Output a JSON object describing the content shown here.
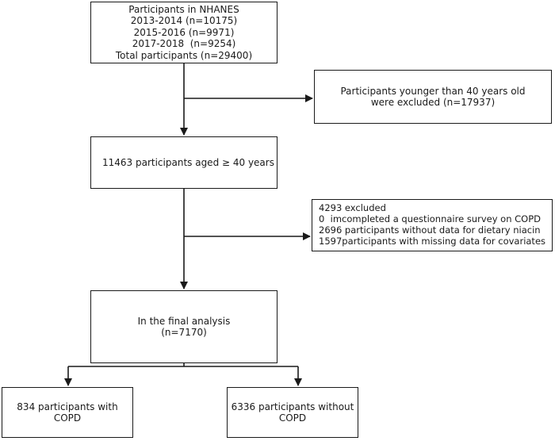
{
  "boxes": {
    "start": {
      "lines": [
        "Participants in NHANES",
        "2013-2014 (n=10175)",
        "2015-2016 (n=9971)",
        "2017-2018  (n=9254)",
        "Total participants (n=29400)"
      ]
    },
    "exclusion_age": {
      "lines": [
        "Participants younger than 40 years old",
        "were excluded (n=17937)"
      ]
    },
    "aged_40": {
      "lines": [
        "11463 participants aged ≥ 40 years"
      ]
    },
    "exclusion_data": {
      "lines": [
        "4293 excluded",
        "0  imcompleted a questionnaire survey on COPD",
        "2696 participants without data for dietary niacin",
        "1597participants with missing data for covariates"
      ]
    },
    "final": {
      "lines": [
        "In the final analysis",
        "(n=7170)"
      ]
    },
    "copd": {
      "lines": [
        "834 participants with",
        "COPD"
      ]
    },
    "no_copd": {
      "lines": [
        "6336 participants without",
        "COPD"
      ]
    }
  }
}
